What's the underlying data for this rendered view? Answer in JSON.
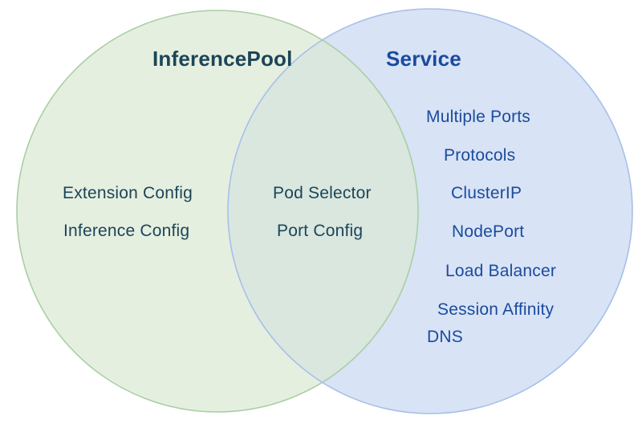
{
  "diagram": {
    "type": "venn",
    "background": "#ffffff",
    "left_set": {
      "title": "InferencePool",
      "items": [
        "Extension Config",
        "Inference Config"
      ],
      "fill": "#e5efe0",
      "stroke": "#a9cfa3",
      "text_color": "#1c4557"
    },
    "right_set": {
      "title": "Service",
      "items": [
        "Multiple Ports",
        "Protocols",
        "ClusterIP",
        "NodePort",
        "Load Balancer",
        "Session Affinity",
        "DNS"
      ],
      "fill": "#d8e3f6",
      "stroke": "#a7bfe9",
      "text_color": "#1a4b9d"
    },
    "overlap": {
      "items": [
        "Pod Selector",
        "Port Config"
      ],
      "fill": "#d9e7df",
      "text_color": "#1c4557"
    }
  }
}
